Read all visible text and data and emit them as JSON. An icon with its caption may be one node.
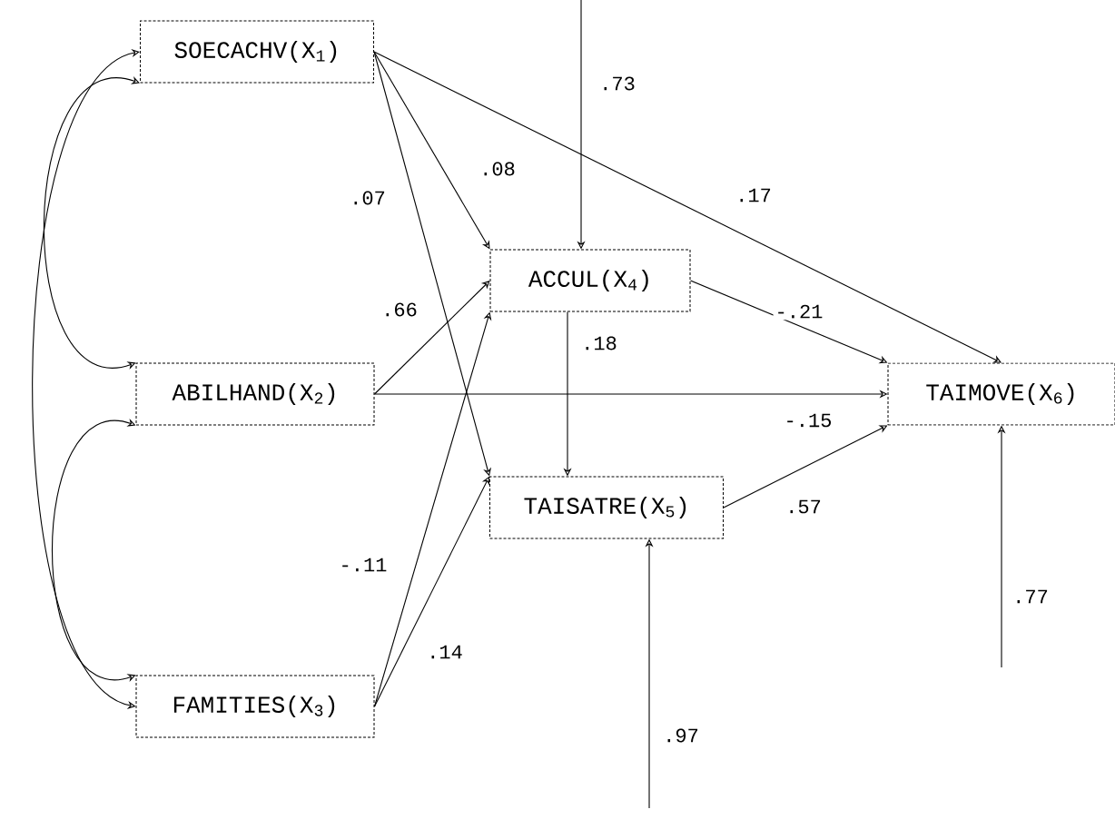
{
  "diagram": {
    "nodes": [
      {
        "text": [
          "SOECACHV(X$_{1}$)"
        ]
      },
      {
        "text": [
          "ABILHAND(X$_{2}$)"
        ]
      },
      {
        "text": [
          "FAMITIES(X$_{3}$)"
        ]
      },
      {
        "text": [
          "ACCUL(X$_{4}$)"
        ]
      },
      {
        "text": [
          "TAISATRE(X$_{5}$)"
        ]
      },
      {
        "text": [
          "TAIMOVE(X$_{6}$)"
        ]
      }
    ],
    "edges": [
      {
        "from": 0,
        "to": 1,
        "arrow": "both"
      },
      {
        "from": 1,
        "to": 2,
        "arrow": "both"
      },
      {
        "from": 0,
        "to": 2,
        "arrow": "both"
      },
      {
        "from": null,
        "to": 3,
        "arrow": "to",
        "label": ".73"
      },
      {
        "from": 0,
        "to": 3,
        "arrow": "to",
        "label": ".08"
      },
      {
        "from": 0,
        "to": 4,
        "arrow": "to",
        "label": ".07"
      },
      {
        "from": 0,
        "to": 5,
        "arrow": "to",
        "label": ".17"
      },
      {
        "from": 1,
        "to": 3,
        "arrow": "to",
        "label": ".66"
      },
      {
        "from": 3,
        "to": 5,
        "arrow": "to",
        "label": "-.21"
      },
      {
        "from": 3,
        "to": 4,
        "arrow": "to",
        "label": ".18"
      },
      {
        "from": 1,
        "to": 5,
        "arrow": "to",
        "label": "-.15"
      },
      {
        "from": 4,
        "to": 5,
        "arrow": "to",
        "label": ".57"
      },
      {
        "from": 2,
        "to": 3,
        "arrow": "to",
        "label": "-.11"
      },
      {
        "from": 2,
        "to": 4,
        "arrow": "to",
        "label": ".14"
      },
      {
        "from": null,
        "to": 5,
        "arrow": "to",
        "label": ".77"
      },
      {
        "from": null,
        "to": 4,
        "arrow": "to",
        "label": ".97"
      }
    ]
  }
}
